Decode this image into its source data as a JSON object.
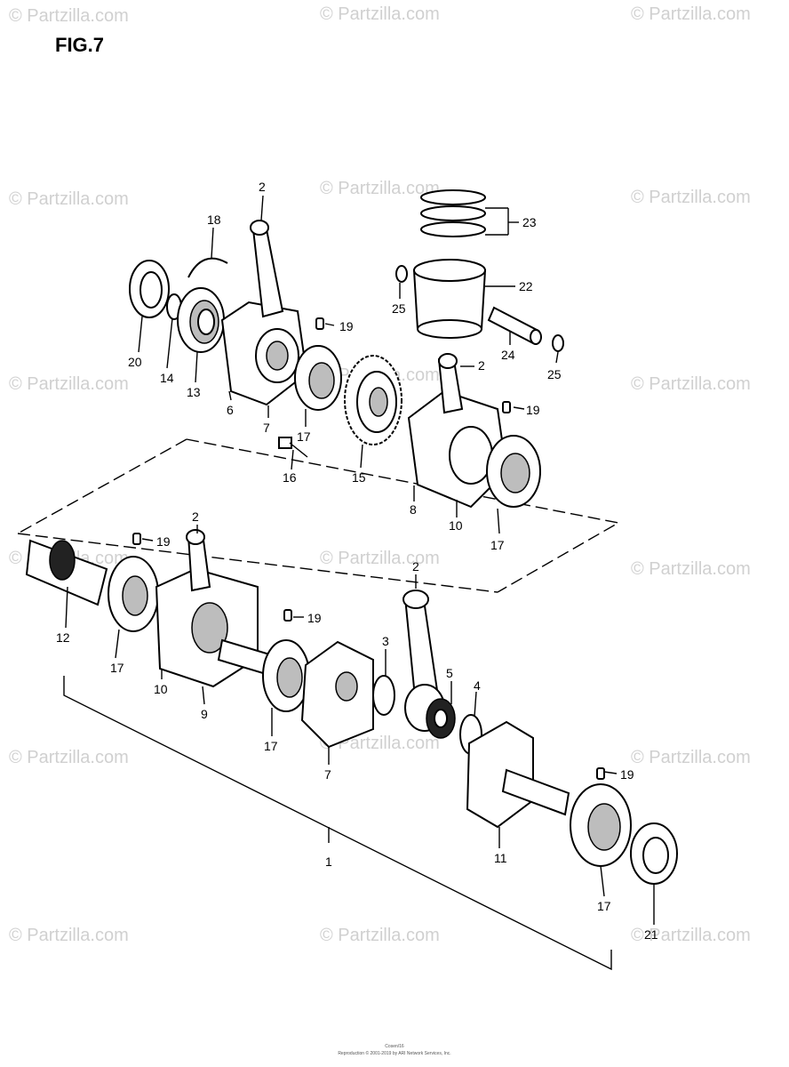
{
  "figure": {
    "title": "FIG.7"
  },
  "watermark": {
    "text": "© Partzilla.com"
  },
  "callouts": {
    "c1": "1",
    "c2a": "2",
    "c2b": "2",
    "c2c": "2",
    "c2d": "2",
    "c3": "3",
    "c4": "4",
    "c5": "5",
    "c6": "6",
    "c7a": "7",
    "c7b": "7",
    "c8": "8",
    "c9": "9",
    "c10a": "10",
    "c10b": "10",
    "c11": "11",
    "c12": "12",
    "c13": "13",
    "c14": "14",
    "c15": "15",
    "c16": "16",
    "c17a": "17",
    "c17b": "17",
    "c17c": "17",
    "c17d": "17",
    "c17e": "17",
    "c18": "18",
    "c19a": "19",
    "c19b": "19",
    "c19c": "19",
    "c19d": "19",
    "c20": "20",
    "c21": "21",
    "c22": "22",
    "c23": "23",
    "c24": "24",
    "c25a": "25",
    "c25b": "25"
  },
  "footer": {
    "line1": "Cosen/16",
    "line2": "Reproduction © 2001-2019 by ARI Network Services, Inc."
  }
}
